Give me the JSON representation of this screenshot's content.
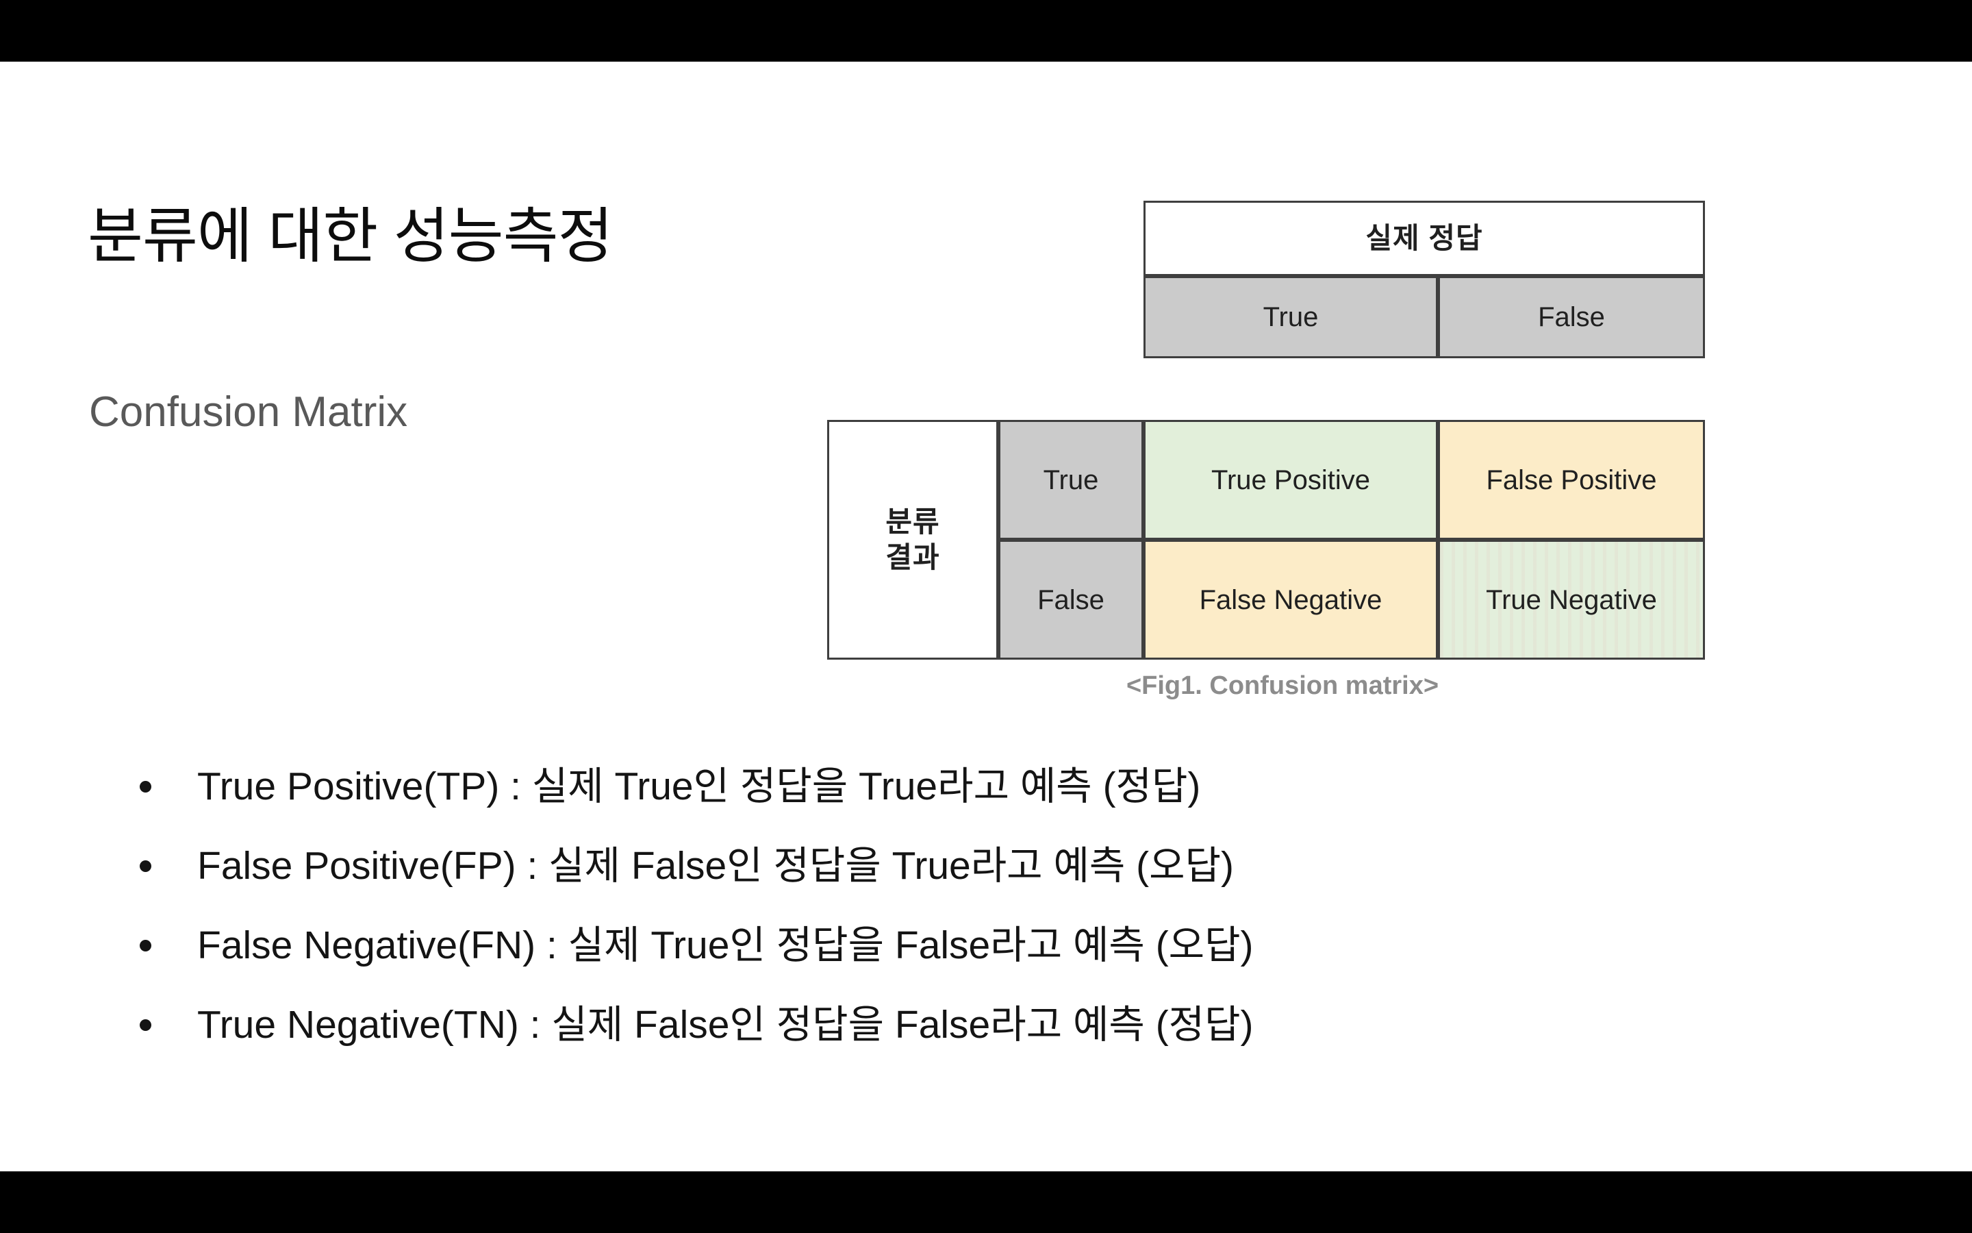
{
  "slide": {
    "title": "분류에 대한 성능측정",
    "subtitle": "Confusion Matrix",
    "background_color": "#ffffff",
    "letterbox_color": "#000000"
  },
  "figure": {
    "caption": "<Fig1. Confusion matrix>",
    "column_group_header": "실제 정답",
    "row_group_header": "분류\n결과",
    "column_headers": [
      "True",
      "False"
    ],
    "row_headers": [
      "True",
      "False"
    ],
    "cells": [
      {
        "id": "tp",
        "label": "True Positive",
        "fill": "#e2efda"
      },
      {
        "id": "fp",
        "label": "False Positive",
        "fill": "#fcecc8"
      },
      {
        "id": "fn",
        "label": "False Negative",
        "fill": "#fcecc8"
      },
      {
        "id": "tn",
        "label": "True Negative",
        "fill": "#e3efdc"
      }
    ],
    "header_fill": "#cbcbcb",
    "border_color": "#3f3f3f"
  },
  "definitions": [
    {
      "term": "True Positive(TP)",
      "text": "True Positive(TP) : 실제 True인 정답을 True라고 예측 (정답)"
    },
    {
      "term": "False Positive(FP)",
      "text": "False Positive(FP) : 실제 False인 정답을 True라고 예측 (오답)"
    },
    {
      "term": "False Negative(FN)",
      "text": "False Negative(FN) : 실제 True인 정답을 False라고 예측 (오답)"
    },
    {
      "term": "True Negative(TN)",
      "text": "True Negative(TN) : 실제 False인 정답을 False라고 예측 (정답)"
    }
  ],
  "chart_data": {
    "type": "table",
    "title": "Confusion matrix",
    "row_axis": "분류 결과",
    "column_axis": "실제 정답",
    "columns": [
      "True",
      "False"
    ],
    "rows": [
      "True",
      "False"
    ],
    "values": [
      [
        "True Positive",
        "False Positive"
      ],
      [
        "False Negative",
        "True Negative"
      ]
    ]
  }
}
